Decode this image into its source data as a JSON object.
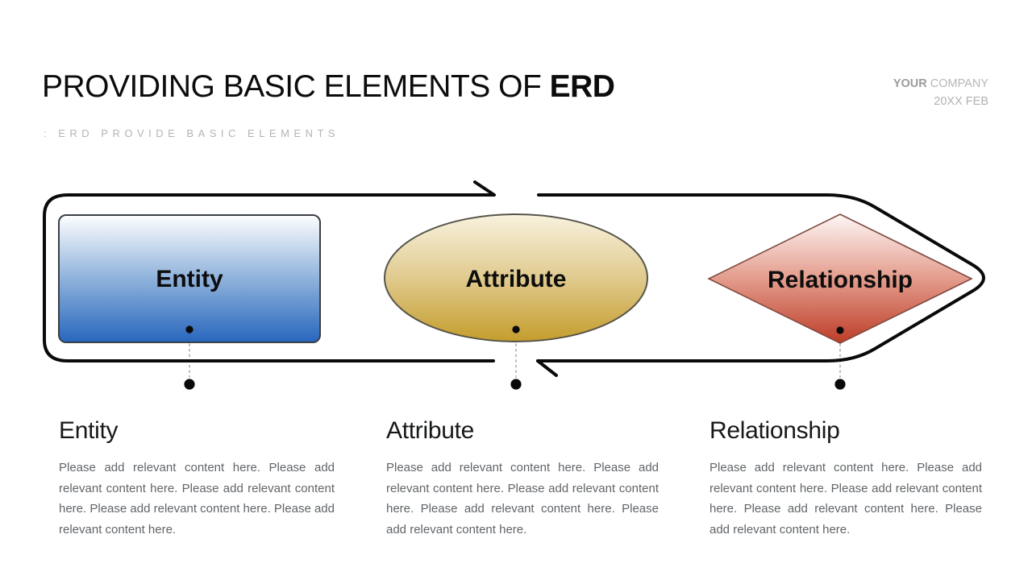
{
  "slide": {
    "title": {
      "regular": "PROVIDING BASIC ELEMENTS OF ",
      "bold": "ERD"
    },
    "subtitle": ": ERD PROVIDE BASIC ELEMENTS",
    "company": {
      "name_bold": "YOUR",
      "name_regular": " COMPANY",
      "date": "20XX FEB"
    },
    "diagram": {
      "shapes": [
        {
          "type": "rectangle",
          "label": "Entity"
        },
        {
          "type": "ellipse",
          "label": "Attribute"
        },
        {
          "type": "diamond",
          "label": "Relationship"
        }
      ],
      "colors": {
        "outline": "#0a0a0a",
        "connector": "#b5b5b5",
        "dot": "#0a0a0a",
        "entity_top": "#fdfeff",
        "entity_mid": "#8fb2db",
        "entity_bottom": "#2766be",
        "entity_border": "#3b4046",
        "attribute_top": "#f8f2de",
        "attribute_mid": "#e0ca8e",
        "attribute_bottom": "#c49d2c",
        "attribute_border": "#56544a",
        "relationship_top": "#fdf6f5",
        "relationship_mid": "#e49c8c",
        "relationship_bottom": "#bd3d28",
        "relationship_border": "#7e4a41"
      }
    },
    "sections": [
      {
        "heading": "Entity",
        "body": "Please add relevant content here. Please add relevant content here. Please add relevant content here. Please add relevant content here. Please add relevant content here."
      },
      {
        "heading": "Attribute",
        "body": "Please add relevant content here. Please add relevant content here. Please add relevant content here. Please add relevant content here. Please add relevant content here."
      },
      {
        "heading": "Relationship",
        "body": "Please add relevant content here. Please add relevant content here. Please add relevant content here. Please add relevant content here. Please add relevant content here."
      }
    ]
  }
}
